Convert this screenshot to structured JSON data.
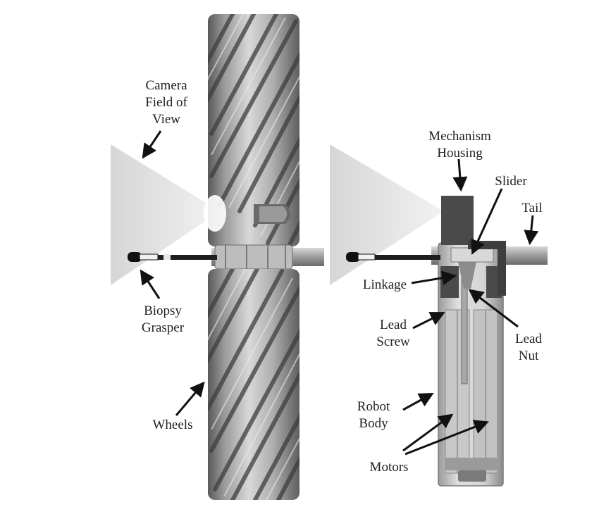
{
  "labels": {
    "camera": [
      "Camera",
      "Field of",
      "View"
    ],
    "biopsy": [
      "Biopsy",
      "Grasper"
    ],
    "wheels": "Wheels",
    "mechanism": [
      "Mechanism",
      "Housing"
    ],
    "slider": "Slider",
    "tail": "Tail",
    "linkage": "Linkage",
    "lead_screw": [
      "Lead",
      "Screw"
    ],
    "lead_nut": [
      "Lead",
      "Nut"
    ],
    "robot_body": [
      "Robot",
      "Body"
    ],
    "motors": "Motors"
  }
}
